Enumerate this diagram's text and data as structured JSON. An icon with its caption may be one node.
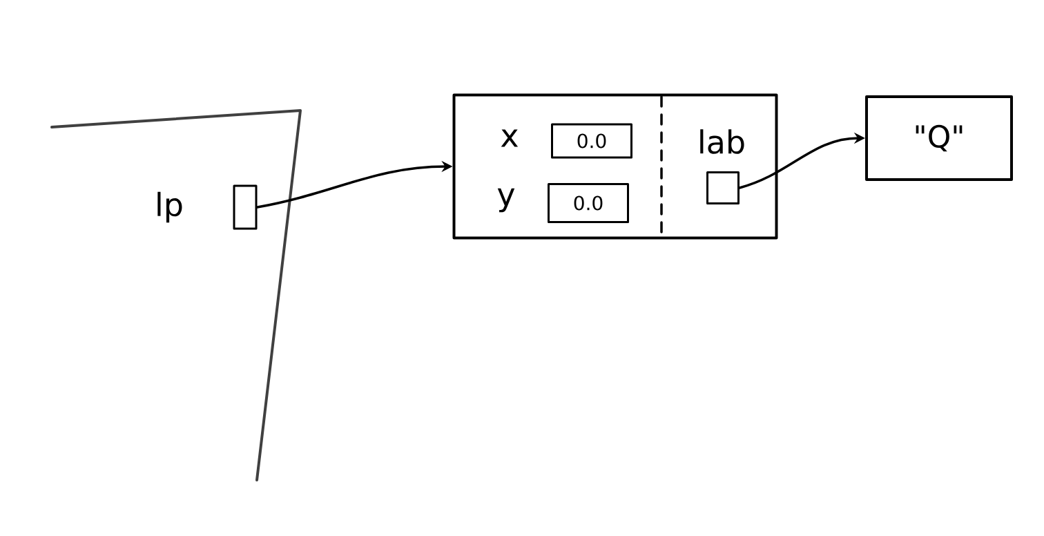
{
  "diagram": {
    "nodes": [
      {
        "text": [],
        "shape": "box",
        "beside": [
          "lp"
        ]
      },
      {
        "text": [],
        "shape": "box"
      },
      {
        "text": [
          "0.0"
        ],
        "beside": [
          "x"
        ],
        "in": 1
      },
      {
        "text": [
          "0.0"
        ],
        "beside": [
          "y"
        ],
        "in": 1
      },
      {
        "text": [],
        "shape": "box",
        "beside": [
          "lab"
        ],
        "in": 1
      },
      {
        "text": [
          "\"Q\""
        ]
      }
    ],
    "edges": [
      {
        "from": 0,
        "to": 1,
        "arrow": "to"
      },
      {
        "from": 4,
        "to": 5,
        "arrow": "to"
      }
    ]
  }
}
